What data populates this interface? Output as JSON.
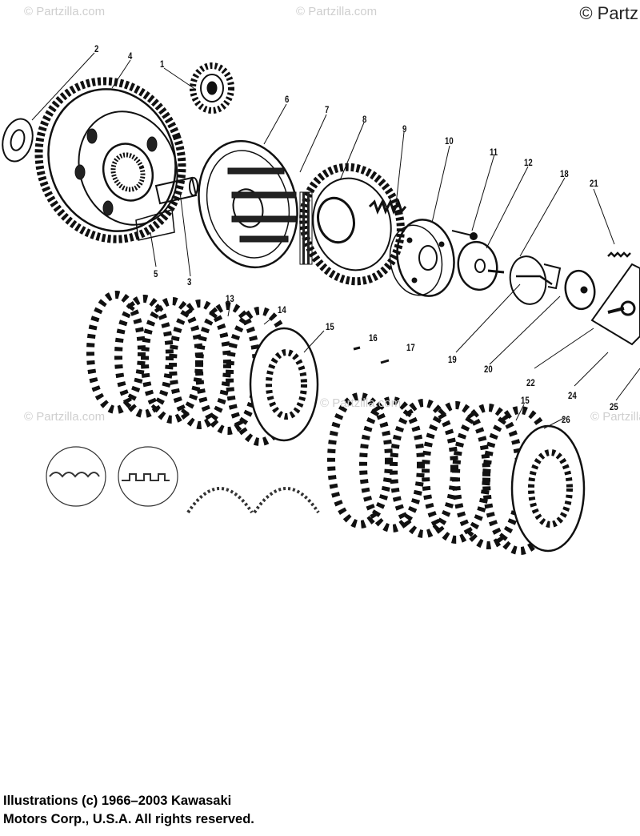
{
  "watermark": {
    "corner_text": "© Partz",
    "tile_text": "© Partzilla.com"
  },
  "callouts": [
    "1",
    "2",
    "3",
    "4",
    "5",
    "6",
    "7",
    "8",
    "9",
    "10",
    "11",
    "12",
    "13",
    "14",
    "15",
    "16",
    "17",
    "18",
    "19",
    "20",
    "21",
    "22",
    "24",
    "25",
    "15",
    "26"
  ],
  "credits": {
    "line1": "Illustrations (c) 1966–2003 Kawasaki",
    "line2": "Motors Corp., U.S.A.  All rights reserved."
  },
  "colors": {
    "ink": "#111111",
    "watermark": "#cfcfcf",
    "background": "#ffffff"
  }
}
